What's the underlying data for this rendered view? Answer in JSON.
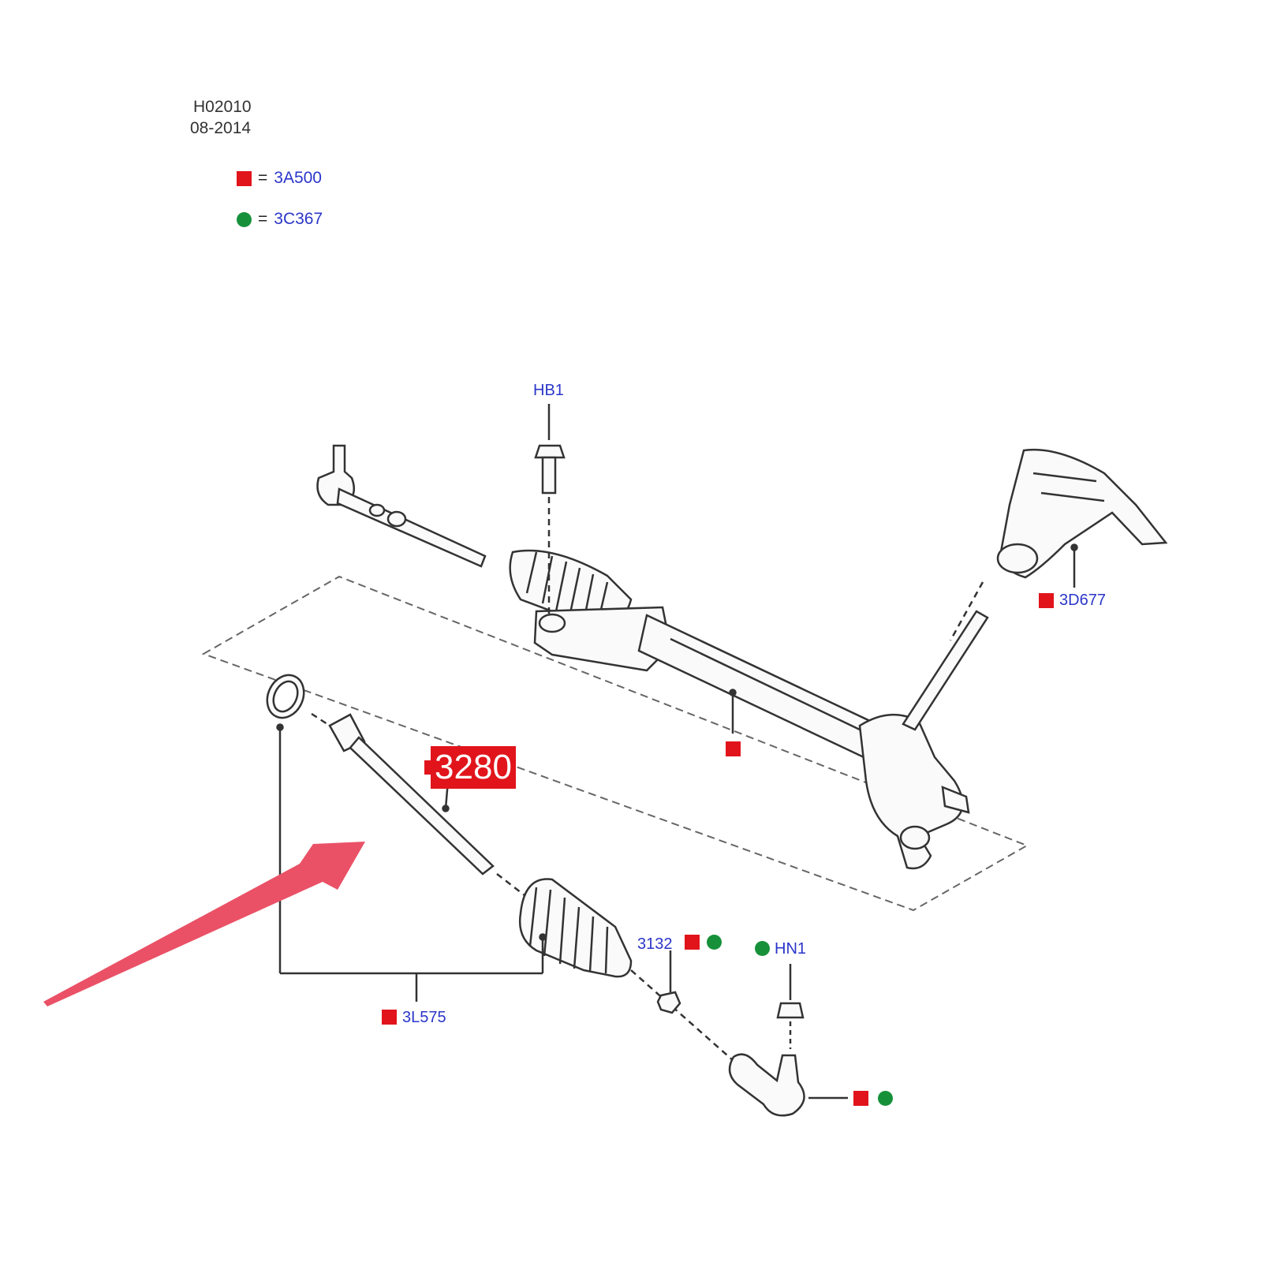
{
  "header": {
    "drawing_code": "H02010",
    "date": "08-2014"
  },
  "colors": {
    "red": "#e1141c",
    "green": "#16913a",
    "blue": "#2b36c9",
    "arrow": "#ea5166",
    "line": "#555555"
  },
  "legend": [
    {
      "symbol": "red-square",
      "eq": "=",
      "code": "3A500"
    },
    {
      "symbol": "green-circle",
      "eq": "=",
      "code": "3C367"
    }
  ],
  "parts": {
    "hb1": "HB1",
    "d677": "3D677",
    "highlighted": "3280",
    "l575": "3L575",
    "p3132": "3132",
    "hn1": "HN1"
  }
}
